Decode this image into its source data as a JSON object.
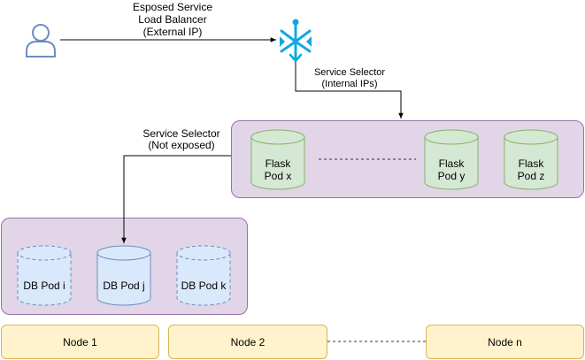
{
  "user": {
    "icon": "user-icon"
  },
  "load_balancer": {
    "icon": "load-balancer-icon",
    "label_lines": [
      "Esposed Service",
      "Load Balancer",
      "(External IP)"
    ]
  },
  "selector_internal": {
    "label_lines": [
      "Service Selector",
      "(Internal IPs)"
    ]
  },
  "selector_db": {
    "label_lines": [
      "Service Selector",
      "(Not exposed)"
    ]
  },
  "flask_pods": [
    {
      "lines": [
        "Flask",
        "Pod x"
      ]
    },
    {
      "lines": [
        "Flask",
        "Pod y"
      ]
    },
    {
      "lines": [
        "Flask",
        "Pod z"
      ]
    }
  ],
  "db_pods": [
    {
      "label": "DB Pod i",
      "style": "dashed"
    },
    {
      "label": "DB Pod j",
      "style": "solid"
    },
    {
      "label": "DB Pod k",
      "style": "dashed"
    }
  ],
  "nodes": [
    "Node 1",
    "Node 2",
    "Node n"
  ],
  "colors": {
    "flask_fill": "#d5e8d4",
    "flask_stroke": "#82b366",
    "db_fill": "#dae8fc",
    "db_stroke": "#6c8ebf",
    "group_fill": "#e1d5e7",
    "group_stroke": "#9673a6",
    "node_fill": "#fff2cc",
    "node_stroke": "#d6b656",
    "lb_color": "#10a8e0",
    "user_stroke": "#6c8ebf"
  }
}
